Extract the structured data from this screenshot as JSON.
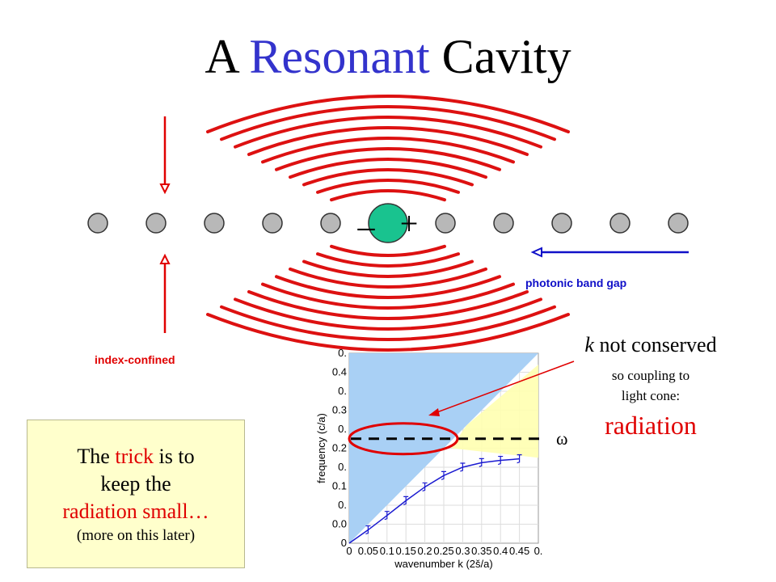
{
  "title": {
    "pre": "A ",
    "accent": "Resonant",
    "post": " Cavity"
  },
  "labels": {
    "minus": "–",
    "plus": "+",
    "photonic_band_gap": "photonic band gap",
    "index_confined": "index-confined",
    "omega": "ω"
  },
  "annotation": {
    "k": "k",
    "not_conserved": " not conserved",
    "line1": "so coupling to",
    "line2": "light cone:",
    "radiation": "radiation"
  },
  "note": {
    "pre": "The ",
    "trick": "trick",
    "mid": " is to",
    "line2": "keep the",
    "line3": "radiation small…",
    "line4": "(more on this later)"
  },
  "chart_data": {
    "type": "line",
    "xlabel": "wavenumber k (2š/a)",
    "ylabel": "frequency (c/a)",
    "x_ticks": [
      "0",
      "0.05",
      "0.1",
      "0.15",
      "0.2",
      "0.25",
      "0.3",
      "0.35",
      "0.4",
      "0.45",
      "0."
    ],
    "y_ticks": [
      "0.",
      "0.4",
      "0.",
      "0.3",
      "0.",
      "0.2",
      "0.",
      "0.1",
      "0.",
      "0.0",
      "0"
    ],
    "xlim": [
      0,
      0.5
    ],
    "ylim": [
      0,
      0.5
    ],
    "series": [
      {
        "values_x": [
          0.05,
          0.1,
          0.15,
          0.2,
          0.25,
          0.3,
          0.35,
          0.4,
          0.45
        ],
        "values_y": [
          0.035,
          0.073,
          0.112,
          0.148,
          0.178,
          0.2,
          0.212,
          0.218,
          0.222
        ]
      }
    ],
    "light_cone": true,
    "frequency_line_y": 0.275,
    "colors": {
      "light_cone": "#a9d0f5",
      "gap_region": "#ffffb0",
      "band": "#1a1ad0"
    }
  },
  "colors": {
    "accent": "#3333cc",
    "red": "#e00000",
    "blue_text": "#1010c8",
    "cavity": "#19c38f",
    "note_bg": "#ffffcc"
  }
}
